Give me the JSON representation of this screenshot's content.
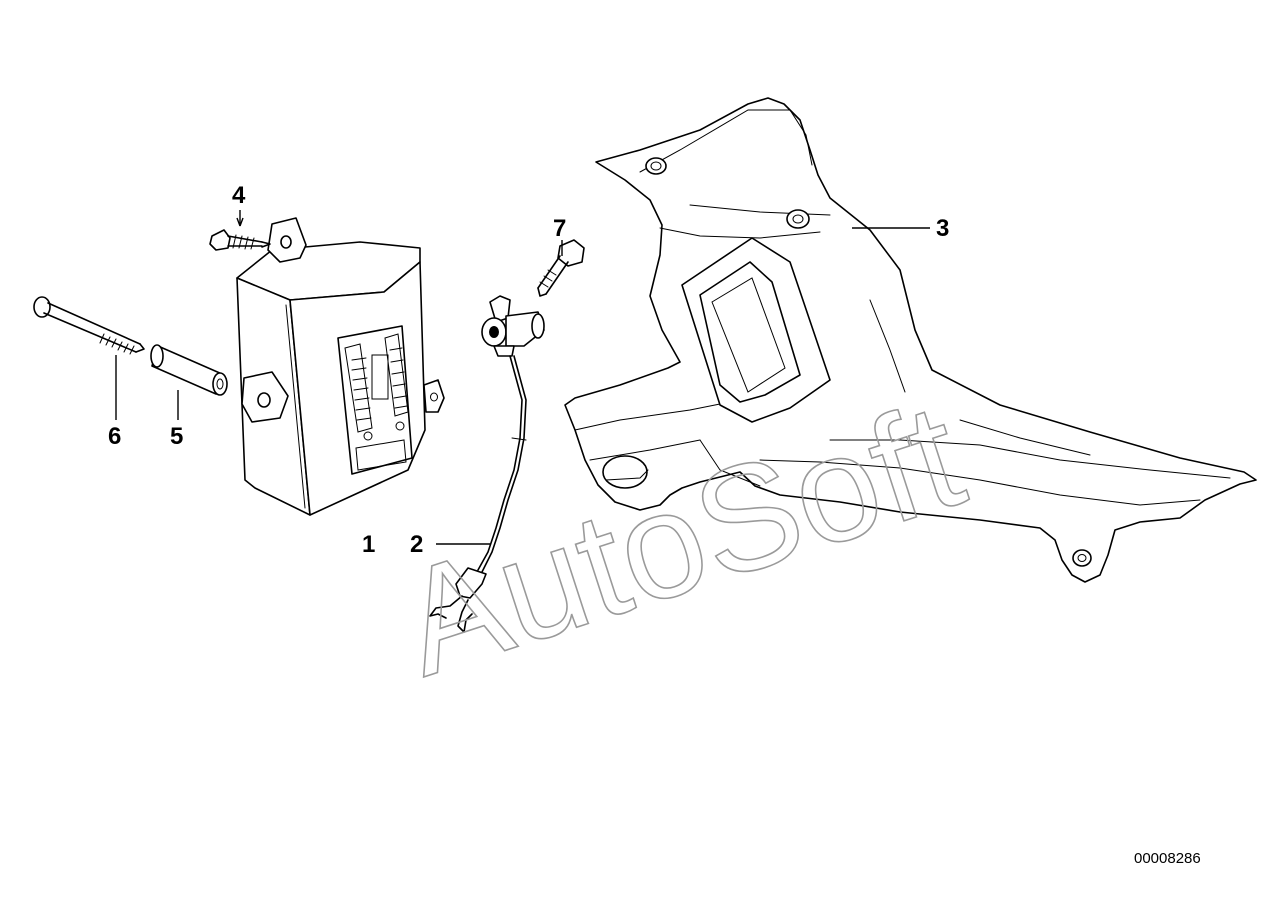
{
  "diagram": {
    "callouts": [
      {
        "id": "1",
        "label": "1"
      },
      {
        "id": "2",
        "label": "2"
      },
      {
        "id": "3",
        "label": "3"
      },
      {
        "id": "4",
        "label": "4"
      },
      {
        "id": "5",
        "label": "5"
      },
      {
        "id": "6",
        "label": "6"
      },
      {
        "id": "7",
        "label": "7"
      }
    ],
    "watermark": "AutoSoft",
    "document_number": "00008286"
  }
}
